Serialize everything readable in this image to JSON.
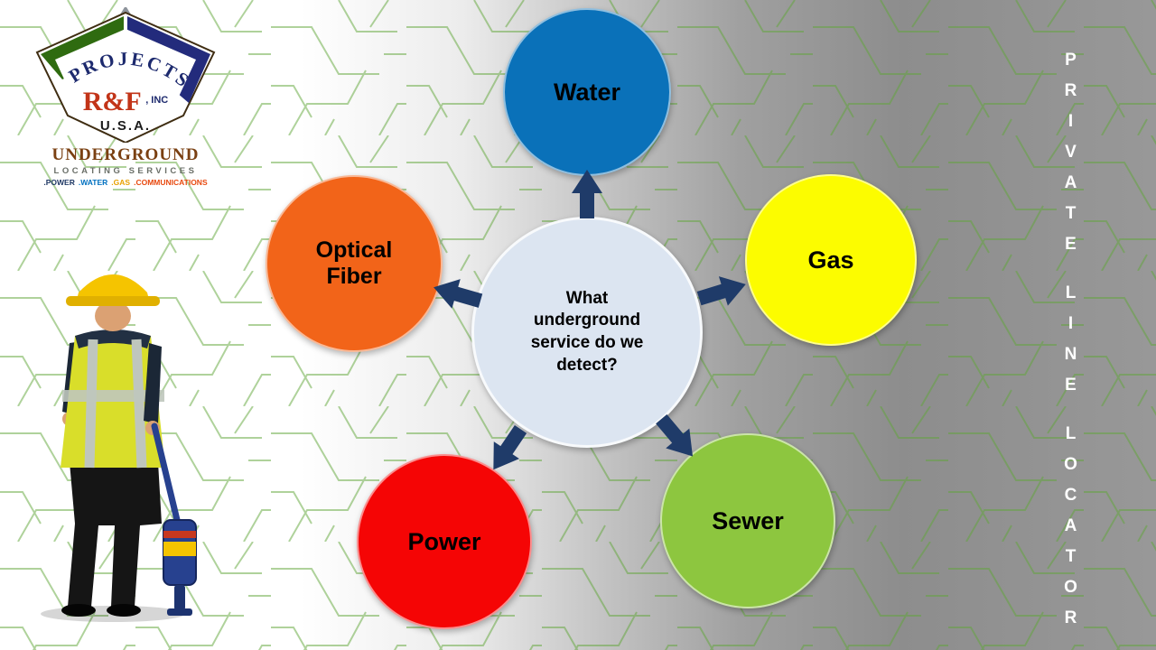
{
  "logo": {
    "arc_text": "PROJECTS",
    "company_name": "R&F",
    "company_suffix": ", INC",
    "country": "U.S.A.",
    "underground": "UNDERGROUND",
    "locating_services": "LOCATING SERVICES",
    "services": [
      {
        "label": ".POWER",
        "color": "#1F3864"
      },
      {
        "label": ".WATER",
        "color": "#0070C0"
      },
      {
        "label": ".GAS",
        "color": "#E8A000"
      },
      {
        "label": ".COMMUNICATIONS",
        "color": "#E8490F"
      }
    ]
  },
  "diagram": {
    "center_label": "What underground service do we detect?",
    "center_color": "#DCE5F1",
    "arrow_color": "#1F3B69",
    "nodes": [
      {
        "label": "Water",
        "color": "#0A71B9"
      },
      {
        "label": "Gas",
        "color": "#FCFC00"
      },
      {
        "label": "Optical Fiber",
        "color": "#F26419"
      },
      {
        "label": "Power",
        "color": "#F50505"
      },
      {
        "label": "Sewer",
        "color": "#8DC63F"
      }
    ]
  },
  "vertical_label": {
    "text": "PRIVATE LINE LOCATOR",
    "words": [
      "PRIVATE",
      "LINE",
      "LOCATOR"
    ]
  }
}
